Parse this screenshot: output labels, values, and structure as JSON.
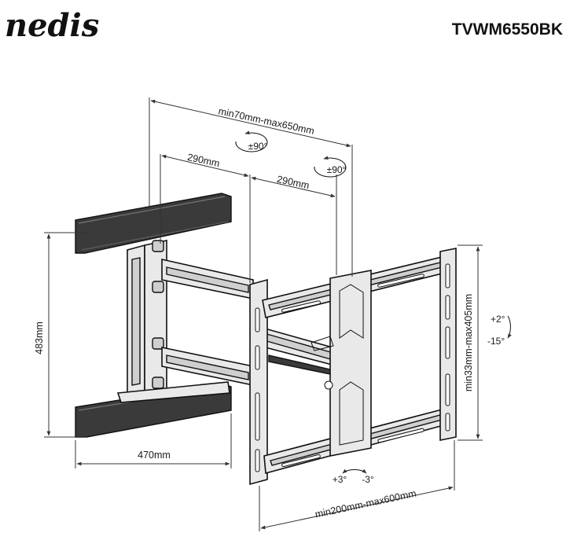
{
  "header": {
    "brand_logo": "nedis",
    "model": "TVWM6550BK"
  },
  "dimensions": {
    "extension": "min70mm-max650mm",
    "arm_left": "290mm",
    "arm_right": "290mm",
    "swivel_1": "±90°",
    "swivel_2": "±90°",
    "height": "483mm",
    "width": "470mm",
    "vesa_vertical": "min33mm-max405mm",
    "vesa_horizontal": "min200mm-max600mm",
    "tilt_up": "+2°",
    "tilt_down": "-15°",
    "level_plus": "+3°",
    "level_minus": "-3°"
  }
}
